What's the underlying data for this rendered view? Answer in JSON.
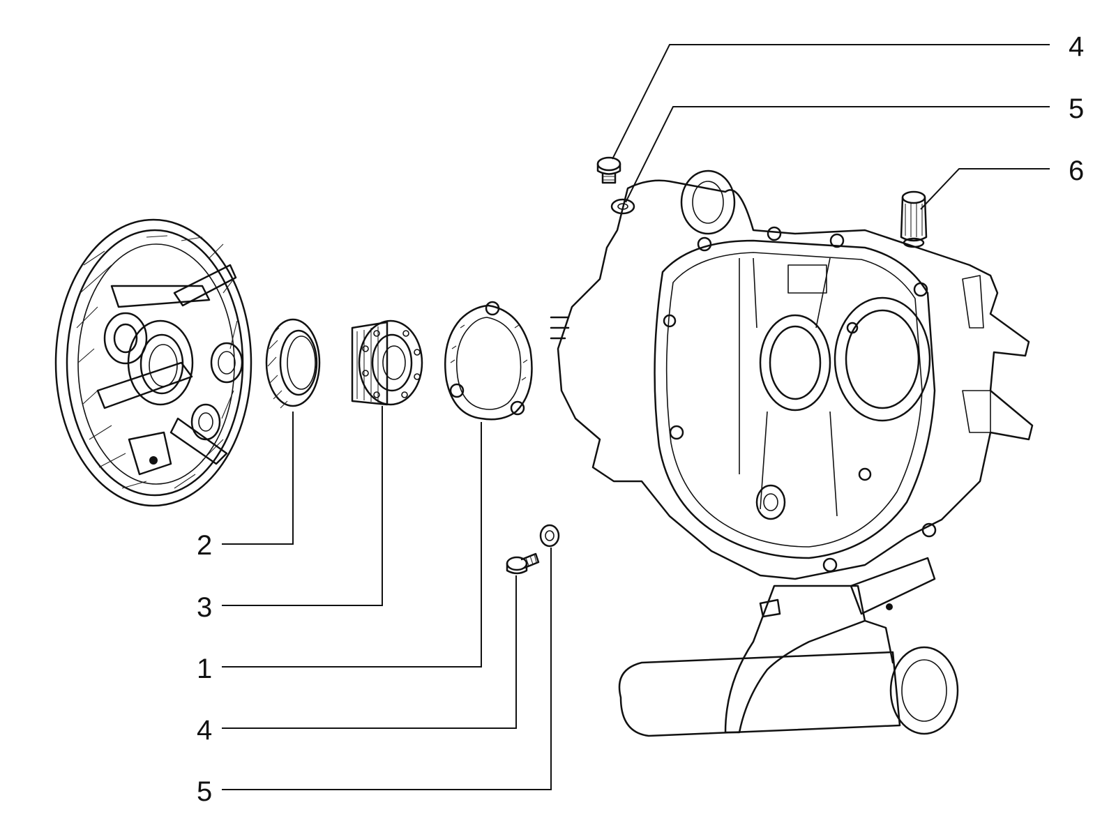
{
  "diagram": {
    "kind": "exploded parts diagram",
    "colors": {
      "ink": "#111111",
      "paper": "#ffffff"
    },
    "callouts": [
      {
        "id": "callout-4-top",
        "label": "4"
      },
      {
        "id": "callout-5-top",
        "label": "5"
      },
      {
        "id": "callout-6",
        "label": "6"
      },
      {
        "id": "callout-2",
        "label": "2"
      },
      {
        "id": "callout-3",
        "label": "3"
      },
      {
        "id": "callout-1",
        "label": "1"
      },
      {
        "id": "callout-4-bottom",
        "label": "4"
      },
      {
        "id": "callout-5-bottom",
        "label": "5"
      }
    ]
  }
}
